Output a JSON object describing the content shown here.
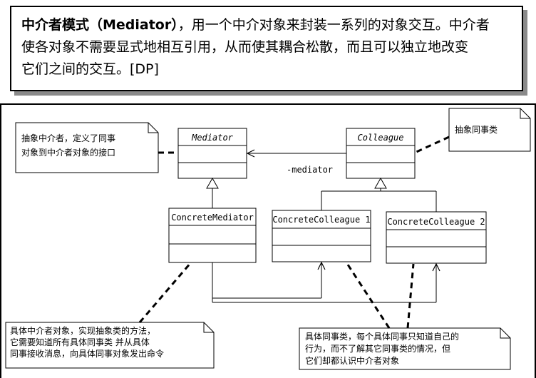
{
  "definition": {
    "term": "中介者模式（Mediator）",
    "line1_rest": "，用一个中介对象来封装一系列的对象交互。中介者",
    "line2": "使各对象不需要显式地相互引用，从而使其耦合松散，而且可以独立地改变",
    "line3": "它们之间的交互。[DP]"
  },
  "classes": {
    "mediator": "Mediator",
    "colleague": "Colleague",
    "concrete_mediator": "ConcreteMediator",
    "concrete_colleague_1": "ConcreteColleague 1",
    "concrete_colleague_2": "ConcreteColleague 2"
  },
  "association_label": "-mediator",
  "notes": {
    "abstract_mediator": [
      "抽象中介者，定义了同事",
      "对象到中介者对象的接口"
    ],
    "abstract_colleague": [
      "抽象同事类"
    ],
    "concrete_mediator": [
      "具体中介者对象，实现抽象类的方法，",
      "它需要知道所有具体同事类  并从具体",
      "同事接收消息，向具体同事对象发出命令"
    ],
    "concrete_colleague": [
      "具体同事类，每个具体同事只知道自己的",
      "行为，而不了解其它同事类的情况，但",
      "它们却都认识中介者对象"
    ]
  }
}
